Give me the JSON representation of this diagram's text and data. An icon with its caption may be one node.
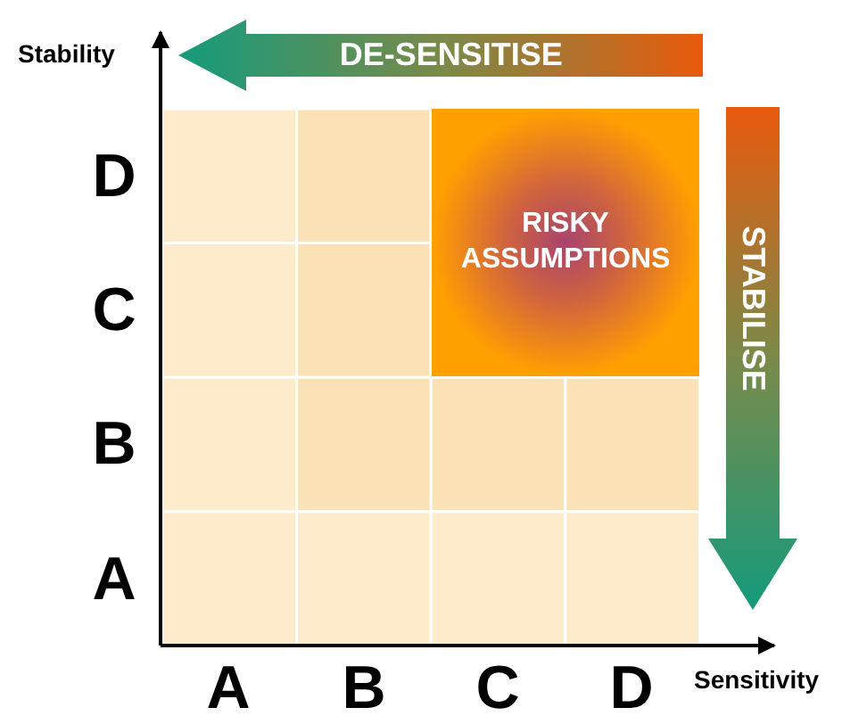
{
  "diagram": {
    "nodes": [
      {
        "text": [
          "DE-SENSITISE"
        ]
      },
      {
        "text": [
          "STABILISE"
        ]
      },
      {
        "text": [
          "RISKY ASSUMPTIONS"
        ]
      }
    ],
    "labels": [
      "Stability",
      "D",
      "C",
      "B",
      "A",
      "A",
      "B",
      "C",
      "D",
      "Sensitivity"
    ]
  }
}
